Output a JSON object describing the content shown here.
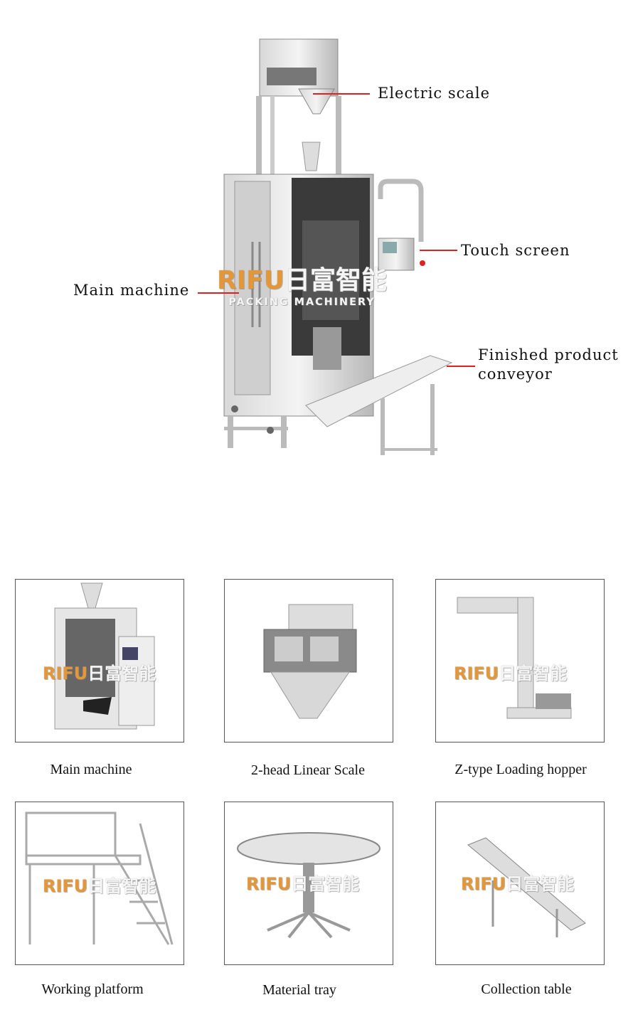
{
  "watermark": {
    "brand_latin": "RIFU",
    "brand_cn": "日富智能",
    "tagline": "PACKING MACHINERY"
  },
  "callouts": {
    "electric_scale": "Electric scale",
    "touch_screen": "Touch screen",
    "main_machine": "Main machine",
    "conveyor_line1": "Finished product",
    "conveyor_line2": "conveyor"
  },
  "colors": {
    "callout_line": "#e02020",
    "watermark_accent": "#f0962a"
  },
  "components": [
    {
      "caption": "Main machine",
      "icon": "vertical-packing-machine"
    },
    {
      "caption": "2-head Linear Scale",
      "icon": "linear-scale"
    },
    {
      "caption": "Z-type Loading hopper",
      "icon": "z-bucket-elevator"
    },
    {
      "caption": "Working platform",
      "icon": "work-platform"
    },
    {
      "caption": "Material tray",
      "icon": "rotary-tray"
    },
    {
      "caption": "Collection table",
      "icon": "output-conveyor"
    }
  ]
}
